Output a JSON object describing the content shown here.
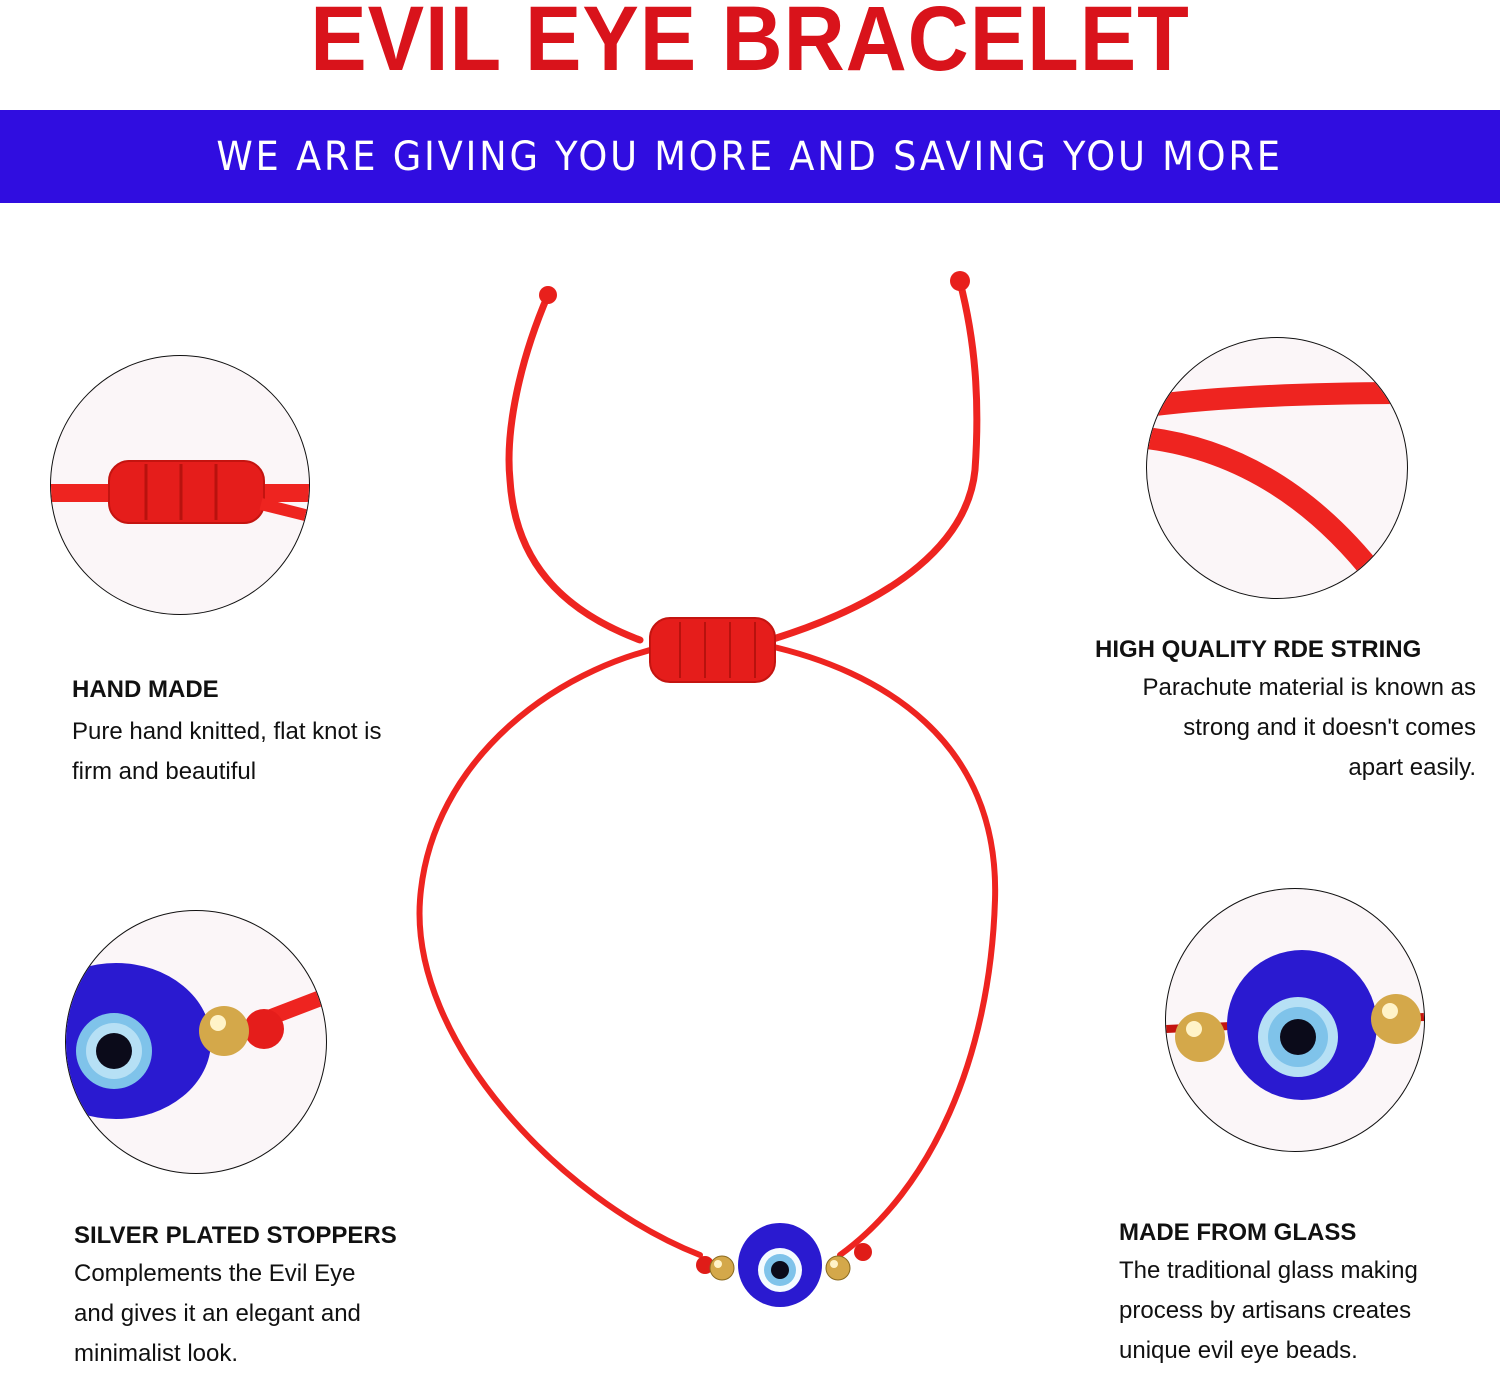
{
  "header": {
    "title": "EVIL EYE BRACELET",
    "subtitle": "WE ARE GIVING YOU MORE AND SAVING YOU MORE"
  },
  "colors": {
    "title_red": "#d9131b",
    "banner_blue": "#300de0",
    "cord_red": "#ee2420",
    "bead_blue": "#2a1ad0",
    "gold": "#d4a84a"
  },
  "features": [
    {
      "heading": "HAND MADE",
      "lines": [
        "Pure hand knitted, flat knot is",
        "firm and beautiful"
      ],
      "icon": "knot-closeup-image"
    },
    {
      "heading": "HIGH QUALITY RDE STRING",
      "lines": [
        "Parachute material is known as",
        "strong and it doesn't comes",
        "apart easily."
      ],
      "icon": "cord-closeup-image"
    },
    {
      "heading": "SILVER PLATED STOPPERS",
      "lines": [
        "Complements the Evil Eye",
        "and gives it an elegant and",
        "minimalist look."
      ],
      "icon": "stopper-closeup-image"
    },
    {
      "heading": "MADE FROM GLASS",
      "lines": [
        "The traditional glass making",
        "process by artisans creates",
        "unique evil eye beads."
      ],
      "icon": "glass-bead-closeup-image"
    }
  ],
  "product": {
    "image": "red-string-evil-eye-bracelet"
  }
}
